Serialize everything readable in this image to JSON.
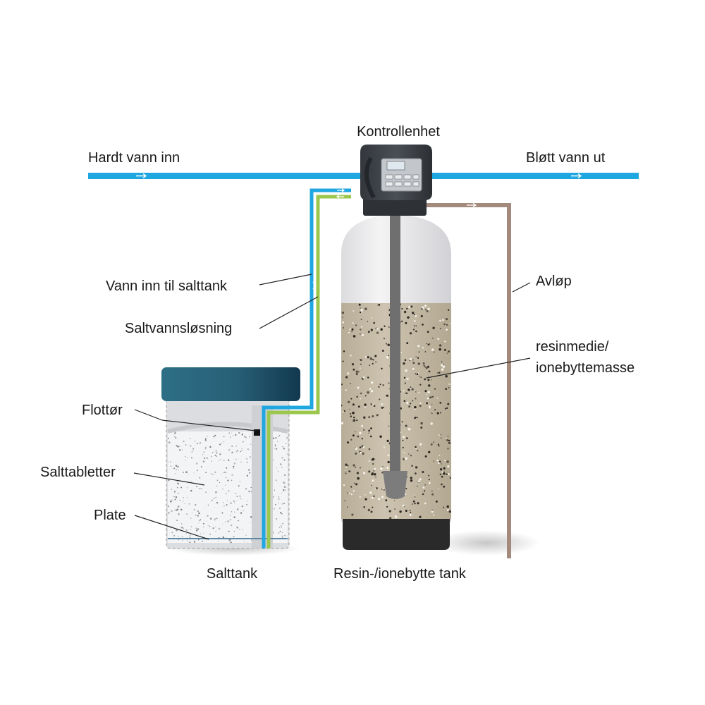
{
  "labels": {
    "control_unit": "Kontrollenhet",
    "hard_water_in": "Hardt vann inn",
    "soft_water_out": "Bløtt vann ut",
    "water_to_brine_tank": "Vann inn til salttank",
    "brine_solution": "Saltvannsløsning",
    "drain": "Avløp",
    "resin_media_line1": "resinmedie/",
    "resin_media_line2": "ionebyttemasse",
    "float": "Flottør",
    "salt_tablets": "Salttabletter",
    "plate": "Plate",
    "brine_tank": "Salttank",
    "resin_tank": "Resin-/ionebytte tank"
  },
  "colors": {
    "water_pipe": "#1ea7e1",
    "brine_pipe": "#9bc74e",
    "drain_pipe": "#a48a7c",
    "lid": "#1f4f66",
    "resin": "#c7bca8",
    "tank_dome": "#ebebec",
    "tank_base": "#2a2a2a",
    "riser": "#6f6f6f",
    "control_body": "#3d4147",
    "leader_line": "#222222"
  },
  "icons": {
    "flow_arrow": "arrow-right-icon",
    "bidirectional_arrow": "arrow-up-down-icon"
  }
}
